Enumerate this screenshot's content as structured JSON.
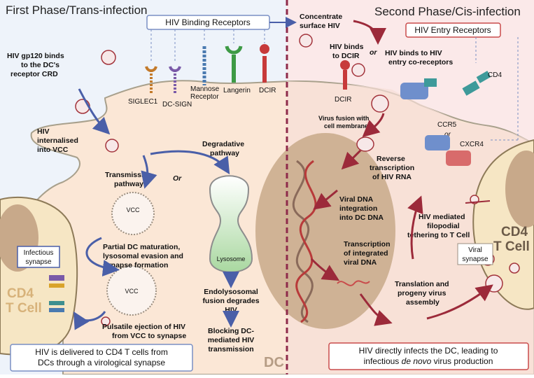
{
  "phases": {
    "first": "First Phase/Trans-infection",
    "second": "Second Phase/Cis-infection"
  },
  "boxes": {
    "binding_receptors": "HIV Binding Receptors",
    "entry_receptors": "HIV Entry Receptors",
    "infectious_synapse": [
      "Infectious",
      "synapse"
    ],
    "viral_synapse": [
      "Viral",
      "synapse"
    ],
    "bottom_left": [
      "HIV is delivered to CD4 T cells from",
      "DCs through a virological synapse"
    ],
    "bottom_right_line1": "HIV directly infects the DC, leading to",
    "bottom_right_line2_pre": "infectious ",
    "bottom_right_line2_em": "de novo",
    "bottom_right_line2_post": " virus production"
  },
  "receptors": {
    "siglec1": "SIGLEC1",
    "dcsign": "DC-SIGN",
    "mannose": [
      "Mannose",
      "Receptor"
    ],
    "langerin": "Langerin",
    "dcir": "DCIR",
    "dcir_right": "DCIR",
    "cd4": "CD4",
    "ccr5": "CCR5",
    "or": "or",
    "cxcr4": "CXCR4"
  },
  "labels": {
    "gp120": [
      "HIV gp120 binds",
      "to the DC's",
      "receptor CRD"
    ],
    "internalised": [
      "HIV",
      "internalised",
      "into VCC"
    ],
    "transmission": [
      "Transmission",
      "pathway"
    ],
    "or_left": "Or",
    "degradative": [
      "Degradative",
      "pathway"
    ],
    "vcc_top": "VCC",
    "vcc_bottom": "VCC",
    "lysosome": "Lysosome",
    "partial": [
      "Partial DC maturation,",
      "lysosomal evasion and",
      "synapse formation"
    ],
    "endolysosomal": [
      "Endolysosomal",
      "fusion degrades",
      "HIV"
    ],
    "blocking": [
      "Blocking DC-",
      "mediated HIV",
      "transmission"
    ],
    "pulsatile": [
      "Pulsatile ejection of HIV",
      "from VCC to synapse"
    ],
    "cd4_left": [
      "CD4",
      "T Cell"
    ],
    "concentrate": [
      "Concentrate",
      "surface HIV"
    ],
    "binds_dcir": [
      "HIV binds",
      "to DCIR"
    ],
    "or_right": "or",
    "binds_entry": [
      "HIV binds to HIV",
      "entry co-receptors"
    ],
    "fusion": [
      "Virus fusion with",
      "cell membrane"
    ],
    "reverse": [
      "Reverse",
      "transcription",
      "of HIV RNA"
    ],
    "integration": [
      "Viral DNA",
      "integration",
      "into DC DNA"
    ],
    "transcription": [
      "Transcription",
      "of integrated",
      "viral DNA"
    ],
    "filopodial": [
      "HIV mediated",
      "filopodial",
      "tethering to T Cell"
    ],
    "translation": [
      "Translation and",
      "progeny virus",
      "assembly"
    ],
    "cd4_right": [
      "CD4",
      "T Cell"
    ],
    "dc": "DC"
  },
  "colors": {
    "left_bg": "#eef3fa",
    "right_bg": "#fbe9e9",
    "divider": "#8e2a4a",
    "blue_arrow": "#4a5fa8",
    "red_arrow": "#9c2a3a",
    "tcell": "#f6e6c4",
    "nucleus": "#c8a98a"
  }
}
